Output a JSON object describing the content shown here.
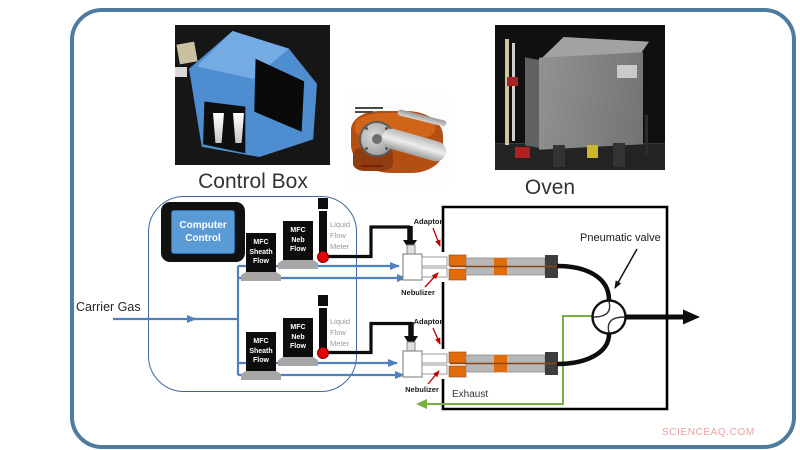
{
  "watermark": "SCIENCEAQ.COM",
  "sections": {
    "control_box_title": "Control Box",
    "oven_title": "Oven"
  },
  "labels": {
    "carrier_gas": "Carrier Gas",
    "computer_line1": "Computer",
    "computer_line2": "Control",
    "mfc_sheath_l1": "MFC",
    "mfc_sheath_l2": "Sheath",
    "mfc_sheath_l3": "Flow",
    "mfc_neb_l1": "MFC",
    "mfc_neb_l2": "Neb",
    "mfc_neb_l3": "Flow",
    "lfm_l1": "Liquid",
    "lfm_l2": "Flow",
    "lfm_l3": "Meter",
    "adaptor": "Adaptor",
    "nebulizer": "Nebulizer",
    "pneumatic_valve": "Pneumatic valve",
    "exhaust": "Exhaust"
  },
  "colors": {
    "frame_border": "#4e7ca1",
    "flow_line_blue": "#4f81bd",
    "exhaust_green": "#76b041",
    "annotation_red": "#c00000",
    "column_orange": "#e36c0a",
    "screen_blue": "#5b9bd5"
  }
}
